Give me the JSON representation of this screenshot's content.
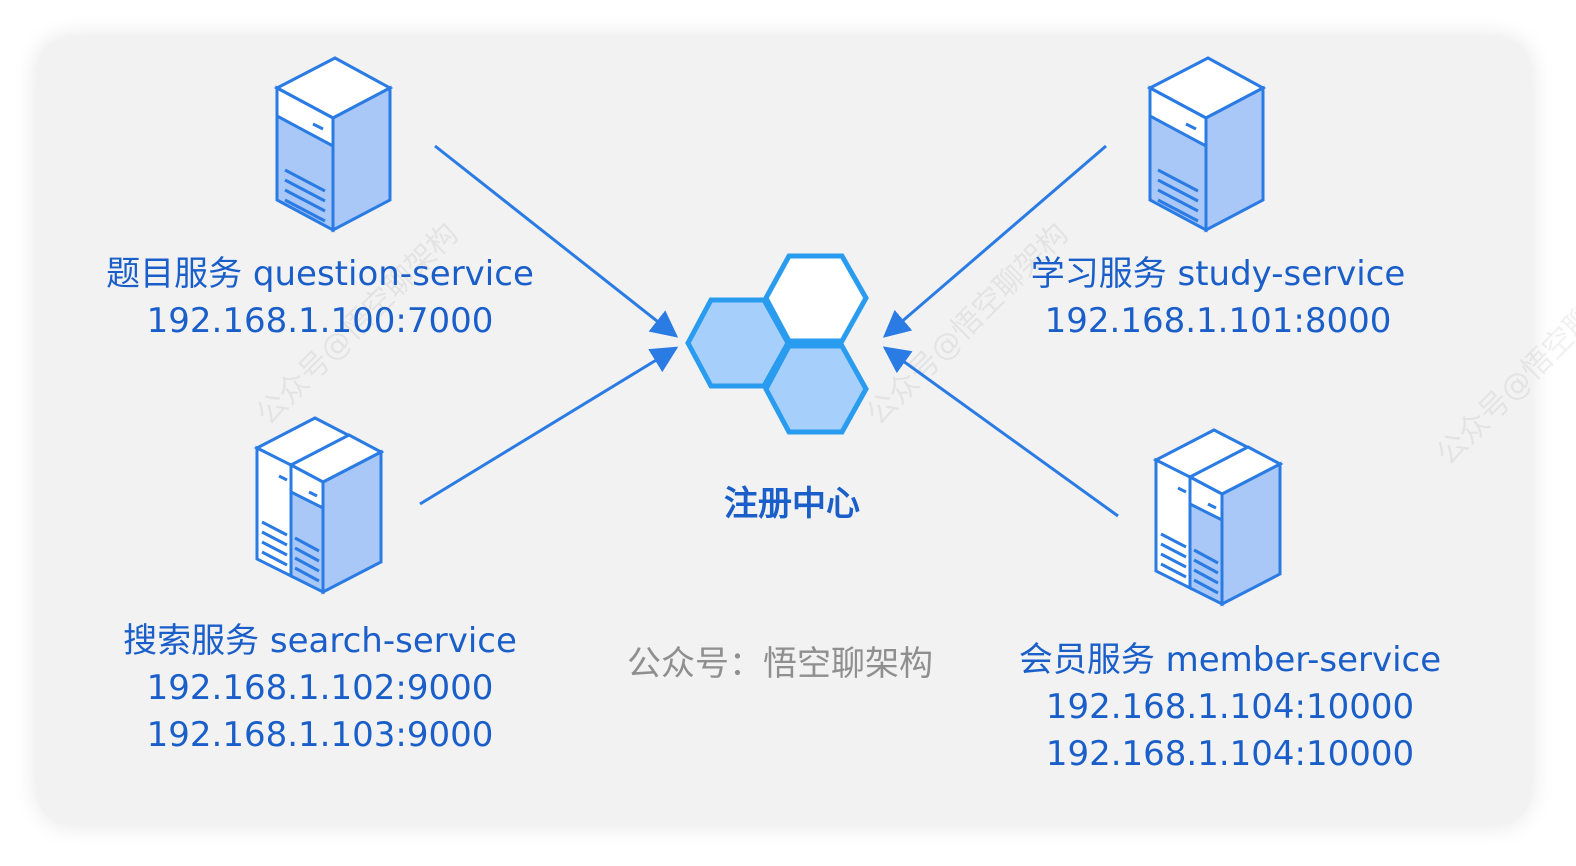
{
  "center": {
    "label": "注册中心"
  },
  "wechat": "公众号：悟空聊架构",
  "services": [
    {
      "id": "question",
      "name": "题目服务 question-service",
      "ips": [
        "192.168.1.100:7000"
      ]
    },
    {
      "id": "search",
      "name": "搜索服务 search-service",
      "ips": [
        "192.168.1.102:9000",
        "192.168.1.103:9000"
      ]
    },
    {
      "id": "study",
      "name": "学习服务 study-service",
      "ips": [
        "192.168.1.101:8000"
      ]
    },
    {
      "id": "member",
      "name": "会员服务 member-service",
      "ips": [
        "192.168.1.104:10000",
        "192.168.1.104:10000"
      ]
    }
  ],
  "watermark": "公众号@悟空聊架构",
  "colors": {
    "accent": "#1a5fc9",
    "arrow": "#2a7be4",
    "hex_fill": "#a6d0fb",
    "hex_stroke": "#2a9cf0",
    "server_fill": "#a9c8f7"
  }
}
